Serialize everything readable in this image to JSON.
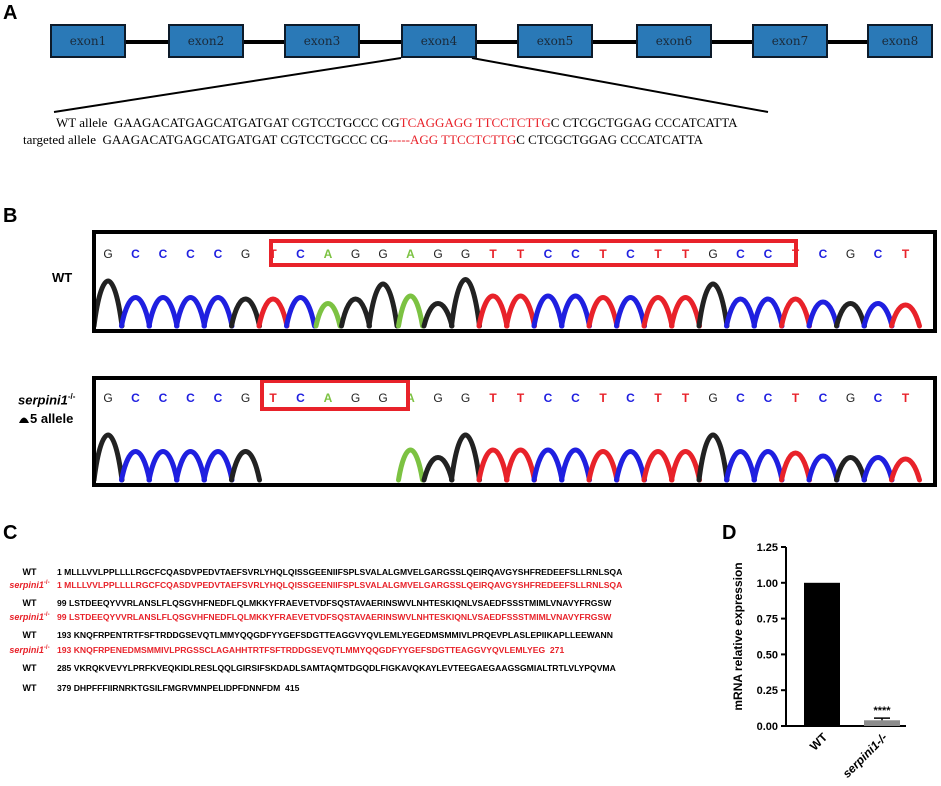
{
  "panels": {
    "a": "A",
    "b": "B",
    "c": "C",
    "d": "D"
  },
  "exons": [
    "exon1",
    "exon2",
    "exon3",
    "exon4",
    "exon5",
    "exon6",
    "exon7",
    "exon8"
  ],
  "alleles": {
    "wt": {
      "label": "WT allele",
      "seq_black1": "GAAGACATGAGCATGATGAT CGTCCTGCCC CG",
      "seq_red": "TCAGGAGG TTCCTCTTG",
      "seq_black2": "C CTCGCTGGAG CCCATCATTA"
    },
    "targeted": {
      "label": "targeted allele",
      "seq_black1": "GAAGACATGAGCATGATGAT CGTCCTGCCC CG",
      "seq_red": "-----AGG TTCCTCTTG",
      "seq_black2": "C CTCGCTGGAG CCCATCATTA"
    }
  },
  "traces": {
    "wt": {
      "label": "WT",
      "bases": [
        "G",
        "C",
        "C",
        "C",
        "C",
        "G",
        "T",
        "C",
        "A",
        "G",
        "G",
        "A",
        "G",
        "G",
        "T",
        "T",
        "C",
        "C",
        "T",
        "C",
        "T",
        "T",
        "G",
        "C",
        "C",
        "T",
        "C",
        "G",
        "C",
        "T"
      ]
    },
    "mut": {
      "label_gene": "serpini1",
      "label_sup": "-/-",
      "label_allele": "5 allele",
      "bases": [
        "G",
        "C",
        "C",
        "C",
        "C",
        "G",
        "T",
        "C",
        "A",
        "G",
        "G",
        "A",
        "G",
        "G",
        "T",
        "T",
        "C",
        "C",
        "T",
        "C",
        "T",
        "T",
        "G",
        "C",
        "C",
        "T",
        "C",
        "G",
        "C",
        "T"
      ]
    }
  },
  "base_colors": {
    "A": "#7cc242",
    "C": "#1f1fe0",
    "G": "#222222",
    "T": "#e8222a"
  },
  "protein": [
    {
      "name": "WT",
      "red": false,
      "seq": "1 MLLLVVLPPLLLLRGCFCQASDVPEDVTAEFSVRLYHQLQISSGEENIIFSPLSVALALGMVELGARGSSLQEIRQAVGYSHFREDEEFSLLRNLSQA"
    },
    {
      "name": "serpini1",
      "sup": "-/-",
      "red": true,
      "seq": "1 MLLLVVLPPLLLLRGCFCQASDVPEDVTAEFSVRLYHQLQISSGEENIIFSPLSVALALGMVELGARGSSLQEIRQAVGYSHFREDEEFSLLRNLSQA"
    },
    {
      "name": "WT",
      "red": false,
      "seq": "99 LSTDEEQYVVRLANSLFLQSGVHFNEDFLQLMKKYFRAEVETVDFSQSTAVAERINSWVLNHTESKIQNLVSAEDFSSSTMIMLVNAVYFRGSW"
    },
    {
      "name": "serpini1",
      "sup": "-/-",
      "red": true,
      "seq": "99 LSTDEEQYVVRLANSLFLQSGVHFNEDFLQLMKKYFRAEVETVDFSQSTAVAERINSWVLNHTESKIQNLVSAEDFSSSTMIMLVNAVYFRGSW"
    },
    {
      "name": "WT",
      "red": false,
      "seq": "193 KNQFRPENTRTFSFTRDDGSEVQTLMMYQQGDFYYGEFSDGTTEAGGVYQVLEMLYEGEDMSMMIVLPRQEVPLASLEPIIKAPLLEEWANN"
    },
    {
      "name": "serpini1",
      "sup": "-/-",
      "red": true,
      "seq": "193 KNQFRPENEDMSMMIVLPRGSSCLAGAHHTRTFSFTRDDGSEVQTLMMYQQGDFYYGEFSDGTTEAGGVYQVLEMLYEG  271"
    },
    {
      "name": "WT",
      "red": false,
      "seq": "285 VKRQKVEVYLPRFKVEQKIDLRESLQQLGIRSIFSKDADLSAMTAQMTDGQDLFIGKAVQKAYLEVTEEGAEGAAGSGMIALTRTLVLYPQVMA"
    },
    {
      "name": "WT",
      "red": false,
      "seq": "379 DHPFFFIIRNRKTGSILFMGRVMNPELIDPFDNNFDM  415"
    }
  ],
  "chart_data": {
    "type": "bar",
    "categories": [
      "WT",
      "serpini1-/-"
    ],
    "values": [
      1.0,
      0.04
    ],
    "errors": [
      0,
      0.015
    ],
    "ylabel": "mRNA relative expression",
    "ylim": [
      0,
      1.25
    ],
    "yticks": [
      "0.00",
      "0.25",
      "0.50",
      "0.75",
      "1.00",
      "1.25"
    ],
    "annotation": "****",
    "colors": [
      "#000000",
      "#8c8c8c"
    ]
  }
}
